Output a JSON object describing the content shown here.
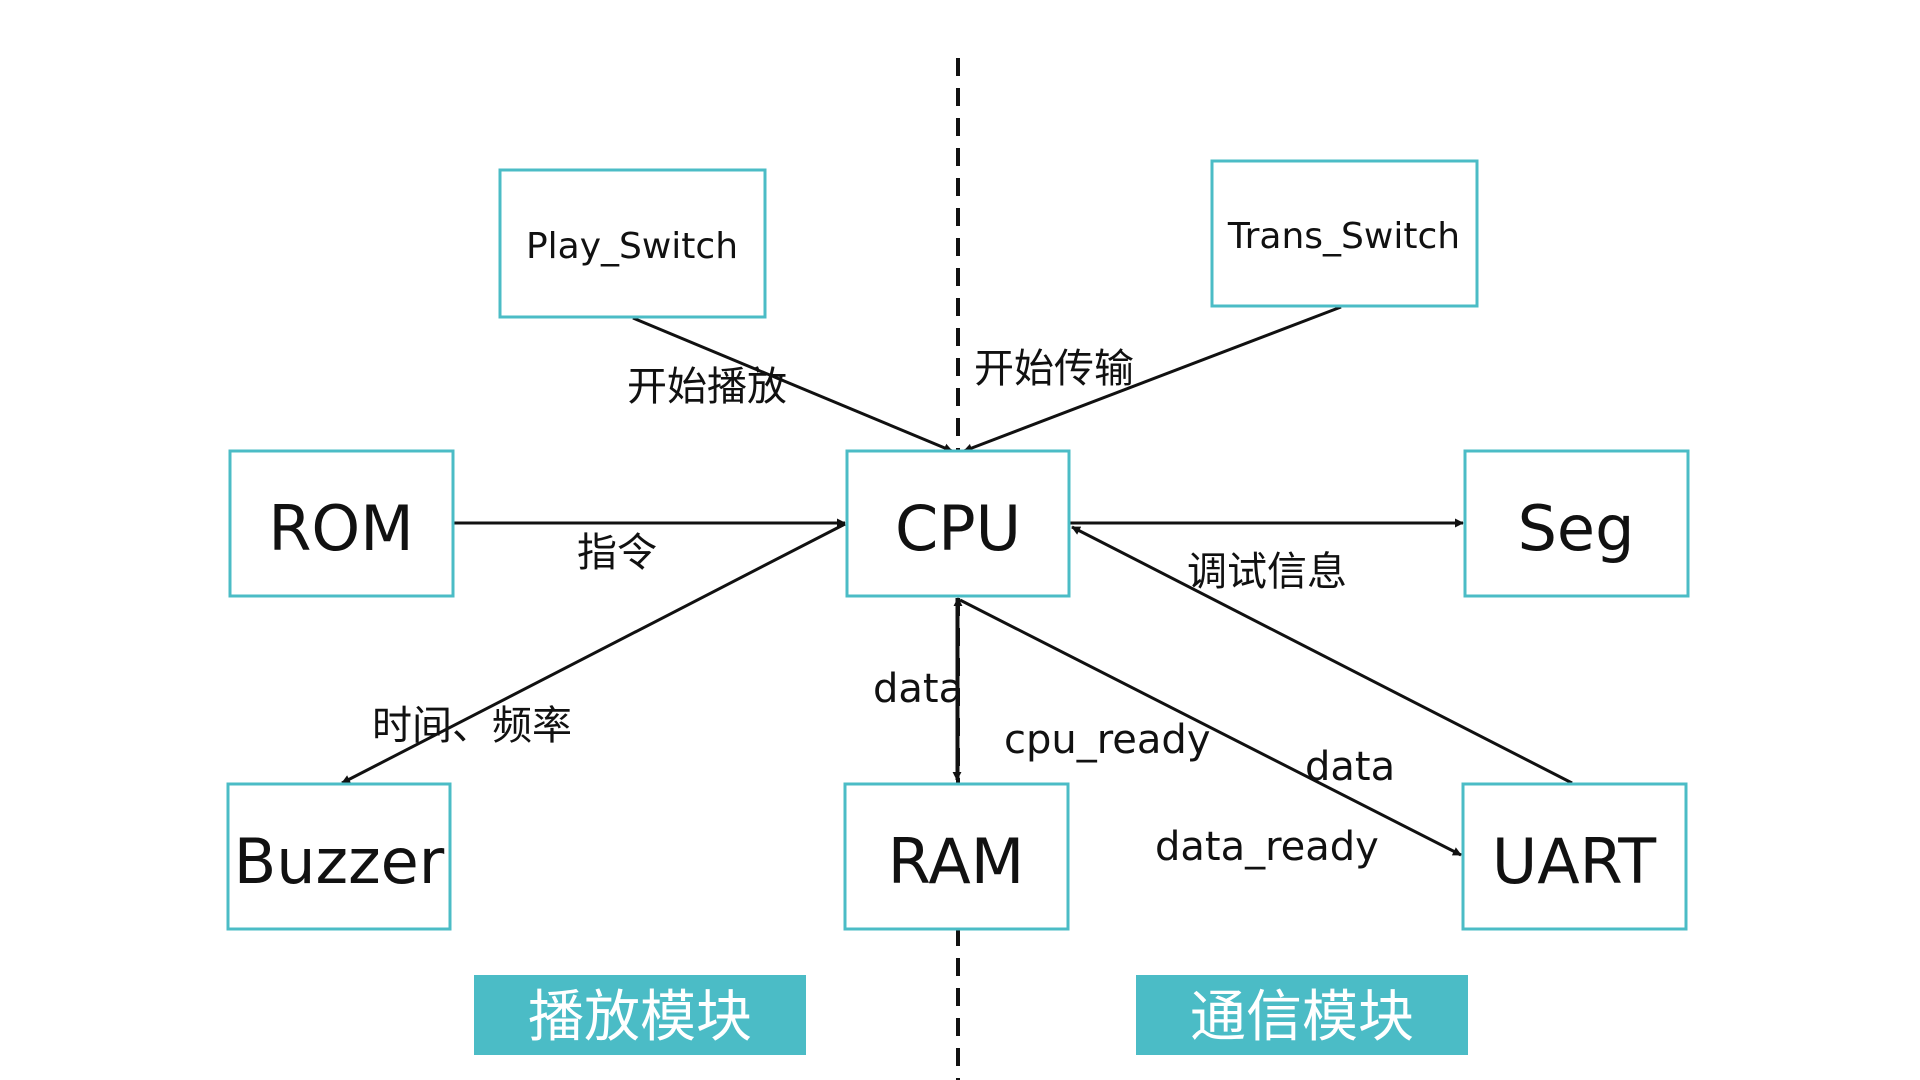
{
  "diagram": {
    "nodes": {
      "play_switch": "Play_Switch",
      "trans_switch": "Trans_Switch",
      "rom": "ROM",
      "cpu": "CPU",
      "seg": "Seg",
      "buzzer": "Buzzer",
      "ram": "RAM",
      "uart": "UART"
    },
    "edge_labels": {
      "start_play": "开始播放",
      "start_trans": "开始传输",
      "instruction": "指令",
      "debug_info": "调试信息",
      "time_freq": "时间、频率",
      "ram_data": "data",
      "cpu_ready": "cpu_ready",
      "uart_data": "data",
      "data_ready": "data_ready"
    },
    "modules": {
      "play": "播放模块",
      "comm": "通信模块"
    }
  },
  "colors": {
    "accent": "#4bbcc6",
    "line": "#111111"
  }
}
